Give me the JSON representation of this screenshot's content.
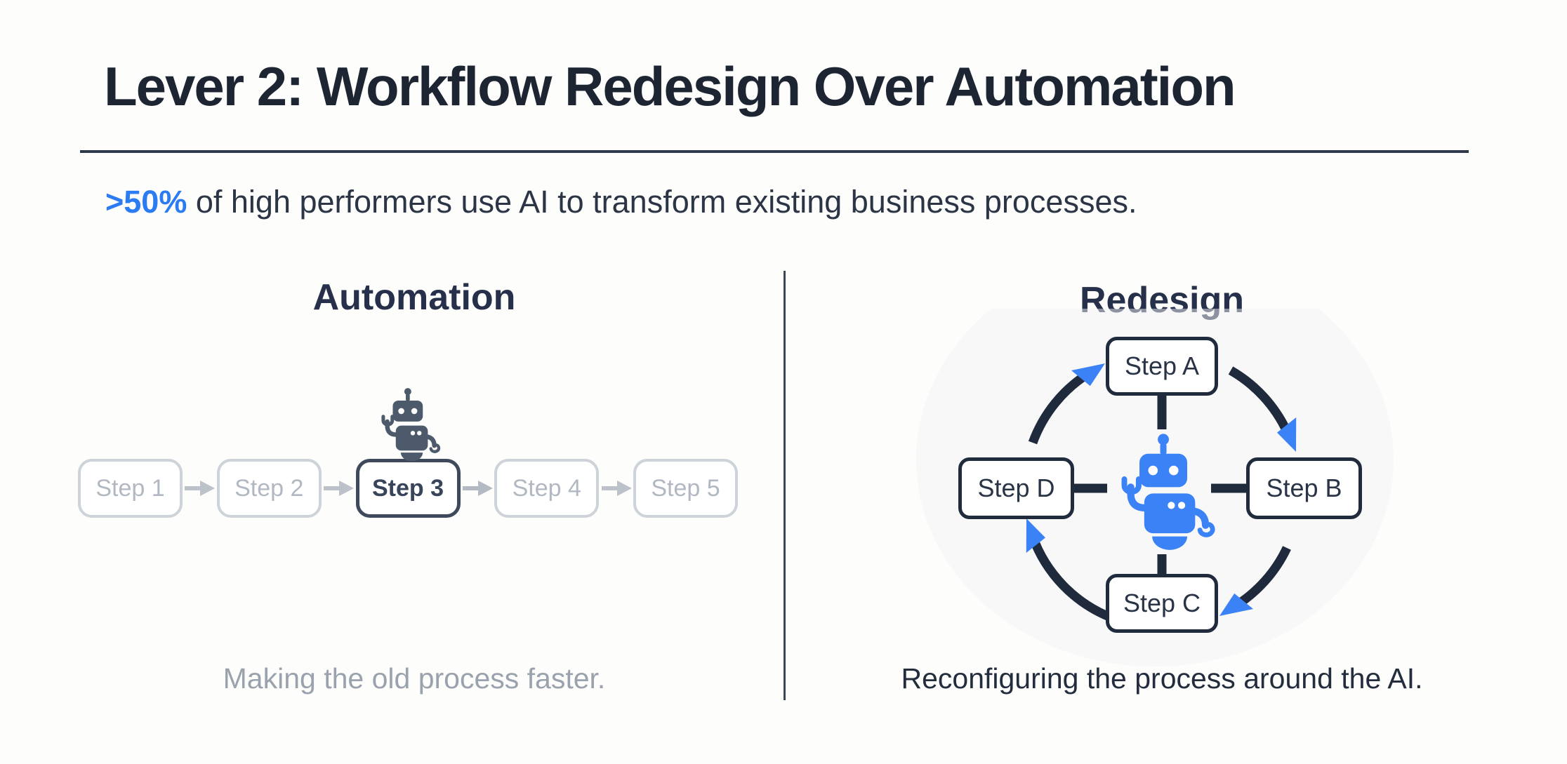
{
  "title": "Lever 2: Workflow Redesign Over Automation",
  "subtitle": {
    "highlight": ">50%",
    "rest": " of high performers use AI to transform existing business processes."
  },
  "panels": {
    "automation": {
      "heading": "Automation",
      "steps": [
        "Step 1",
        "Step 2",
        "Step 3",
        "Step 4",
        "Step 5"
      ],
      "active_step": "Step 3",
      "caption": "Making the old process faster."
    },
    "redesign": {
      "heading": "Redesign",
      "steps_clockwise": [
        "Step A",
        "Step B",
        "Step C",
        "Step D"
      ],
      "caption": "Reconfiguring the process around the AI."
    }
  },
  "icons": {
    "automation_center": "robot-icon",
    "redesign_center": "robot-icon",
    "flow_connector": "arrow-right-icon",
    "cycle_connectors": "arrowhead-clockwise-icon"
  },
  "colors": {
    "accent_blue": "#3b82f6",
    "subtitle_blue": "#2b7bf3",
    "ink_dark": "#1d2533",
    "navy_ring": "#1f2a3c",
    "muted_caption_gray": "#9aa2ad",
    "inactive_border_gray": "#ced2d9",
    "inactive_text_gray": "#b2b8c2",
    "active_slate": "#3e4a5b",
    "robot_gray": "#4c5a6b",
    "background": "#fdfdfc"
  }
}
